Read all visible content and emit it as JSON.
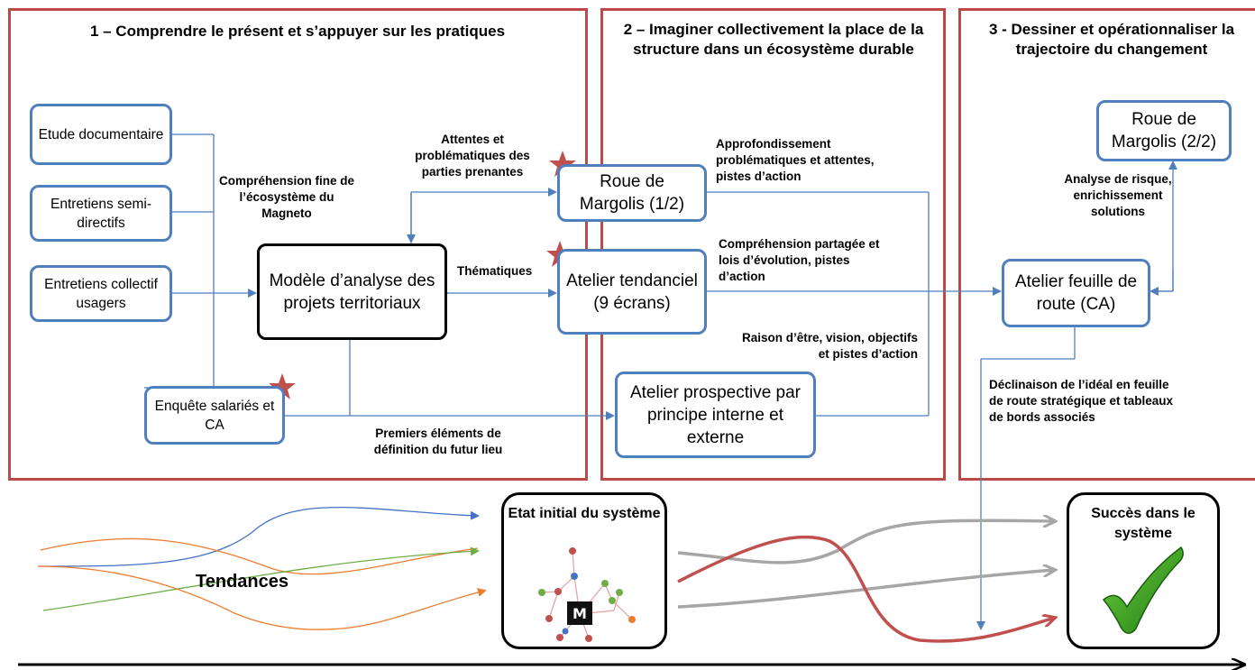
{
  "phases": [
    {
      "title": "1 – Comprendre le présent et s’appuyer sur les pratiques"
    },
    {
      "title": "2 – Imaginer collectivement la place de la structure dans un écosystème durable"
    },
    {
      "title": "3 - Dessiner et opérationnaliser la trajectoire du changement"
    }
  ],
  "boxes": {
    "etude": "Etude documentaire",
    "entretiens_semi": "Entretiens semi-directifs",
    "entretiens_collectif": "Entretiens collectif usagers",
    "enquete": "Enquête salariés et CA",
    "modele": "Modèle d’analyse des projets territoriaux",
    "roue1": "Roue de Margolis (1/2)",
    "atelier_tendanciel": "Atelier tendanciel (9 écrans)",
    "atelier_prospective": "Atelier prospective par principe interne et externe",
    "roue2": "Roue de Margolis (2/2)",
    "atelier_feuille": "Atelier feuille de route (CA)"
  },
  "labels": {
    "comprehension_fine": "Compréhension fine de l’écosystème du Magneto",
    "attentes": "Attentes et problématiques des parties prenantes",
    "thematiques": "Thématiques",
    "premiers_elements": "Premiers éléments de définition du futur lieu",
    "approfondissement": "Approfondissement problématiques et attentes, pistes d’action",
    "comprehension_partagee": "Compréhension partagée et lois d’évolution, pistes d’action",
    "raison_etre": "Raison d’être, vision, objectifs et pistes d’action",
    "analyse_risque": "Analyse de risque, enrichissement solutions",
    "declinaison": "Déclinaison de l’idéal en feuille de route stratégique et tableaux de bords associés",
    "tendances": "Tendances"
  },
  "states": {
    "initial": "Etat initial du système",
    "success": "Succès dans le système"
  },
  "colors": {
    "panel_border": "#b94a48",
    "box_border": "#4f7fbd",
    "arrow": "#4f7fbd",
    "star": "#c0504d",
    "check": "#2e8b1e"
  }
}
